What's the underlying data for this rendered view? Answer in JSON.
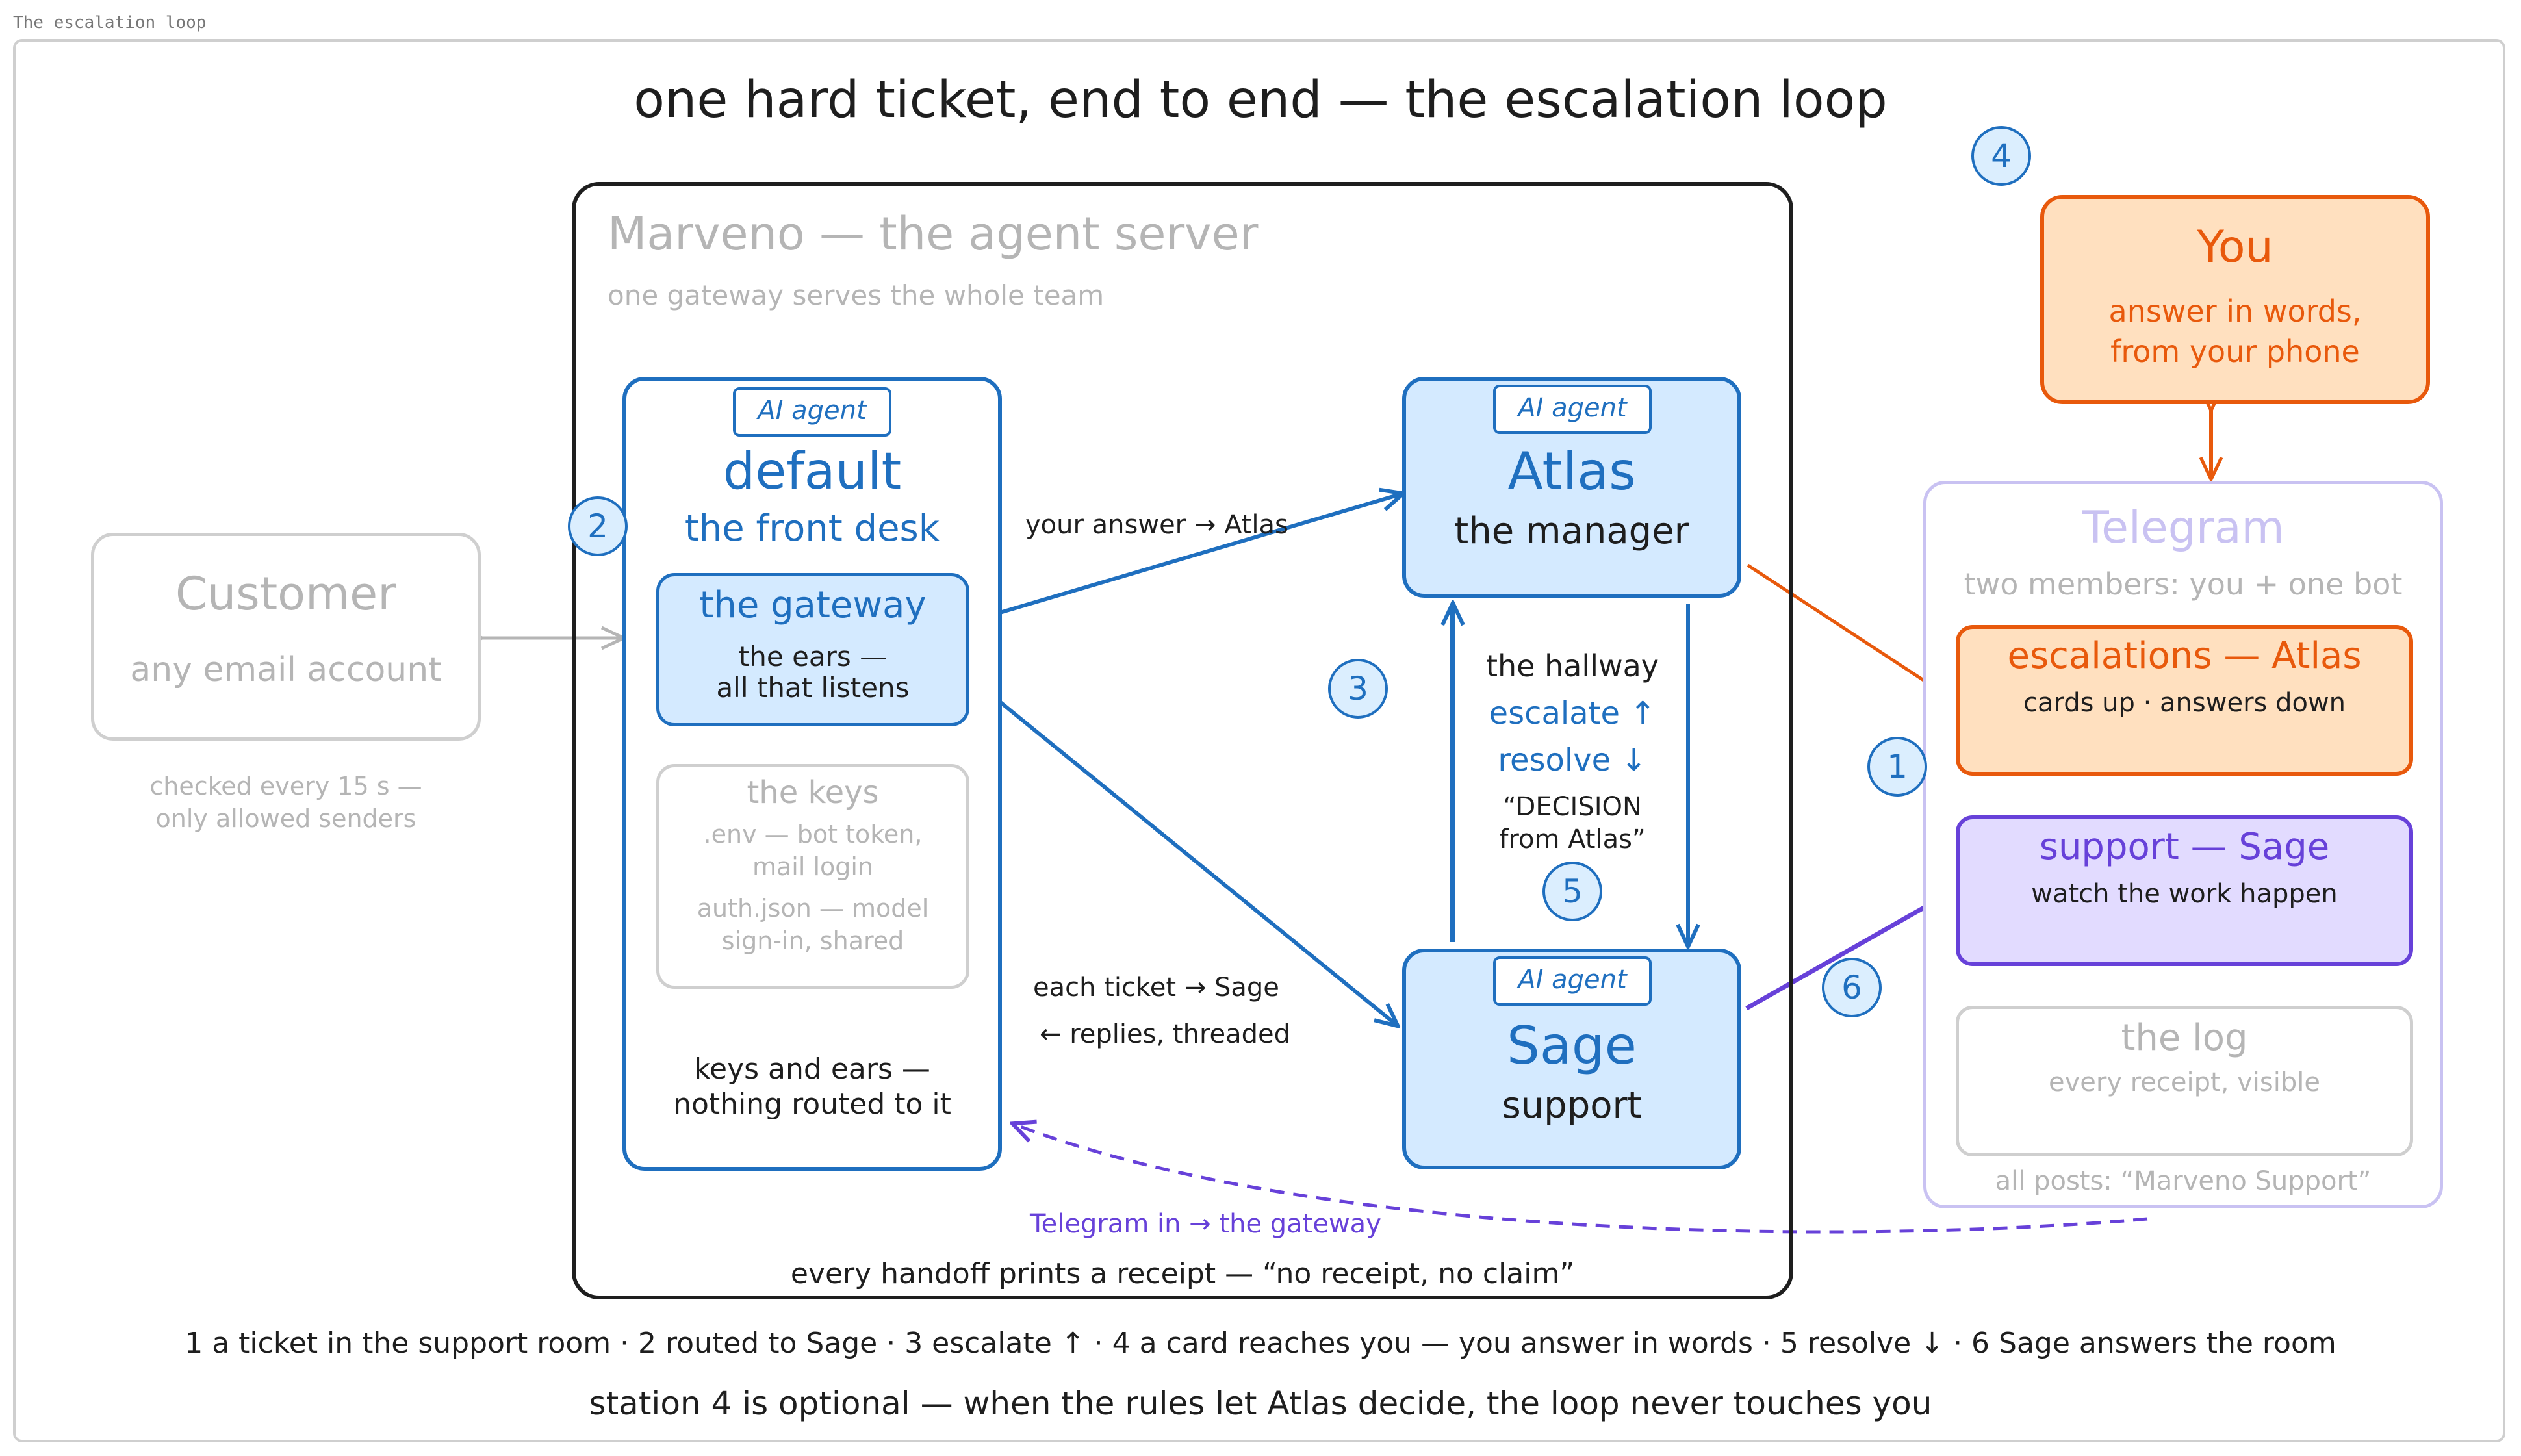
{
  "frame_label": "The escalation loop",
  "title": "one hard ticket, end to end — the escalation loop",
  "server": {
    "title": "Marveno — the agent server",
    "subtitle": "one gateway serves the whole team",
    "receipt_note": "every handoff prints a receipt — “no receipt, no claim”"
  },
  "customer": {
    "title": "Customer",
    "subtitle": "any email account",
    "note_line1": "checked every 15 s —",
    "note_line2": "only allowed senders"
  },
  "default_agent": {
    "badge": "AI agent",
    "name": "default",
    "role": "the front desk",
    "gateway_title": "the gateway",
    "gateway_line1": "the ears —",
    "gateway_line2": "all that listens",
    "keys_title": "the keys",
    "keys_line1": ".env — bot token,",
    "keys_line2": "mail login",
    "keys_line3": "auth.json — model",
    "keys_line4": "sign-in, shared",
    "footer_line1": "keys and ears —",
    "footer_line2": "nothing routed to it"
  },
  "atlas": {
    "badge": "AI agent",
    "name": "Atlas",
    "role": "the manager"
  },
  "sage": {
    "badge": "AI agent",
    "name": "Sage",
    "role": "support"
  },
  "hallway": {
    "title": "the hallway",
    "escalate": "escalate ↑",
    "resolve": "resolve ↓",
    "decision_line1": "“DECISION",
    "decision_line2": "from Atlas”"
  },
  "edge_labels": {
    "answer_to_atlas": "your answer → Atlas",
    "ticket_to_sage": "each ticket → Sage",
    "replies_threaded": "← replies, threaded",
    "telegram_in": "Telegram in → the gateway"
  },
  "you": {
    "title": "You",
    "line1": "answer in words,",
    "line2": "from your phone"
  },
  "telegram": {
    "title": "Telegram",
    "subtitle": "two members: you + one bot",
    "escalations_title": "escalations — Atlas",
    "escalations_sub": "cards up · answers down",
    "support_title": "support — Sage",
    "support_sub": "watch the work happen",
    "log_title": "the log",
    "log_sub": "every receipt, visible",
    "posts_note": "all posts: “Marveno Support”"
  },
  "steps": {
    "s1": "1",
    "s2": "2",
    "s3": "3",
    "s4": "4",
    "s5": "5",
    "s6": "6"
  },
  "legend_line1": "1 a ticket in the support room · 2 routed to Sage · 3 escalate ↑ · 4 a card reaches you — you answer in words · 5 resolve ↓ · 6 Sage answers the room",
  "legend_line2": "station 4 is optional — when the rules let Atlas decide, the loop never touches you",
  "colors": {
    "blue": "#1f6fbf",
    "blue_fill": "#d4eaff",
    "orange": "#e8590c",
    "orange_fill": "#ffe0bf",
    "purple": "#6741d9",
    "purple_fill": "#e2dbff",
    "gray": "#b5b5b5"
  }
}
